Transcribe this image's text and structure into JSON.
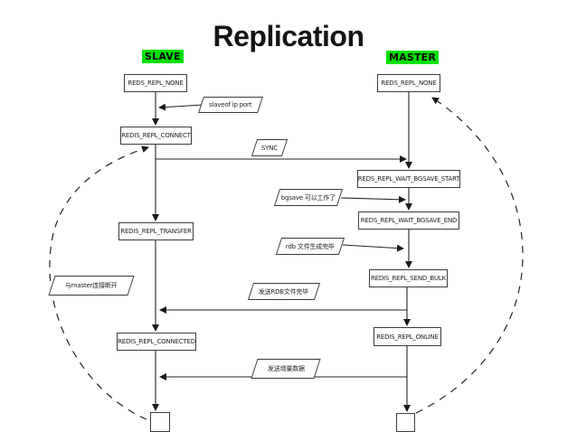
{
  "title": "Replication",
  "lanes": {
    "slave": {
      "label": "SLAVE"
    },
    "master": {
      "label": "MASTER"
    }
  },
  "slave_states": [
    {
      "label": "REDS_REPL_NONE"
    },
    {
      "label": "REDIS_REPL_CONNECT"
    },
    {
      "label": "REDIS_REPL_TRANSFER"
    },
    {
      "label": "REDIS_REPL_CONNECTED"
    }
  ],
  "master_states": [
    {
      "label": "REDS_REPL_NONE"
    },
    {
      "label": "REDS_REPL_WAIT_BGSAVE_START"
    },
    {
      "label": "REDS_REPL_WAIT_BGSAVE_END"
    },
    {
      "label": "REDIS_REPL_SEND_BULK"
    },
    {
      "label": "REDIS_REPL_ONLINE"
    }
  ],
  "messages": {
    "slaveof": "slaveof ip port",
    "sync": "SYNC",
    "bgsave_ok": "bgsave 可以工作了",
    "rdb_done": "rdb 文件生成完毕",
    "send_rdb_done": "发送RDB文件完毕",
    "master_disconnect": "与master连接断开",
    "send_incremental": "发送增量数据"
  },
  "colors": {
    "lane_label_bg": "#00e000",
    "connector": "#222222",
    "box_border": "#3c3c3c",
    "background": "#ffffff"
  }
}
